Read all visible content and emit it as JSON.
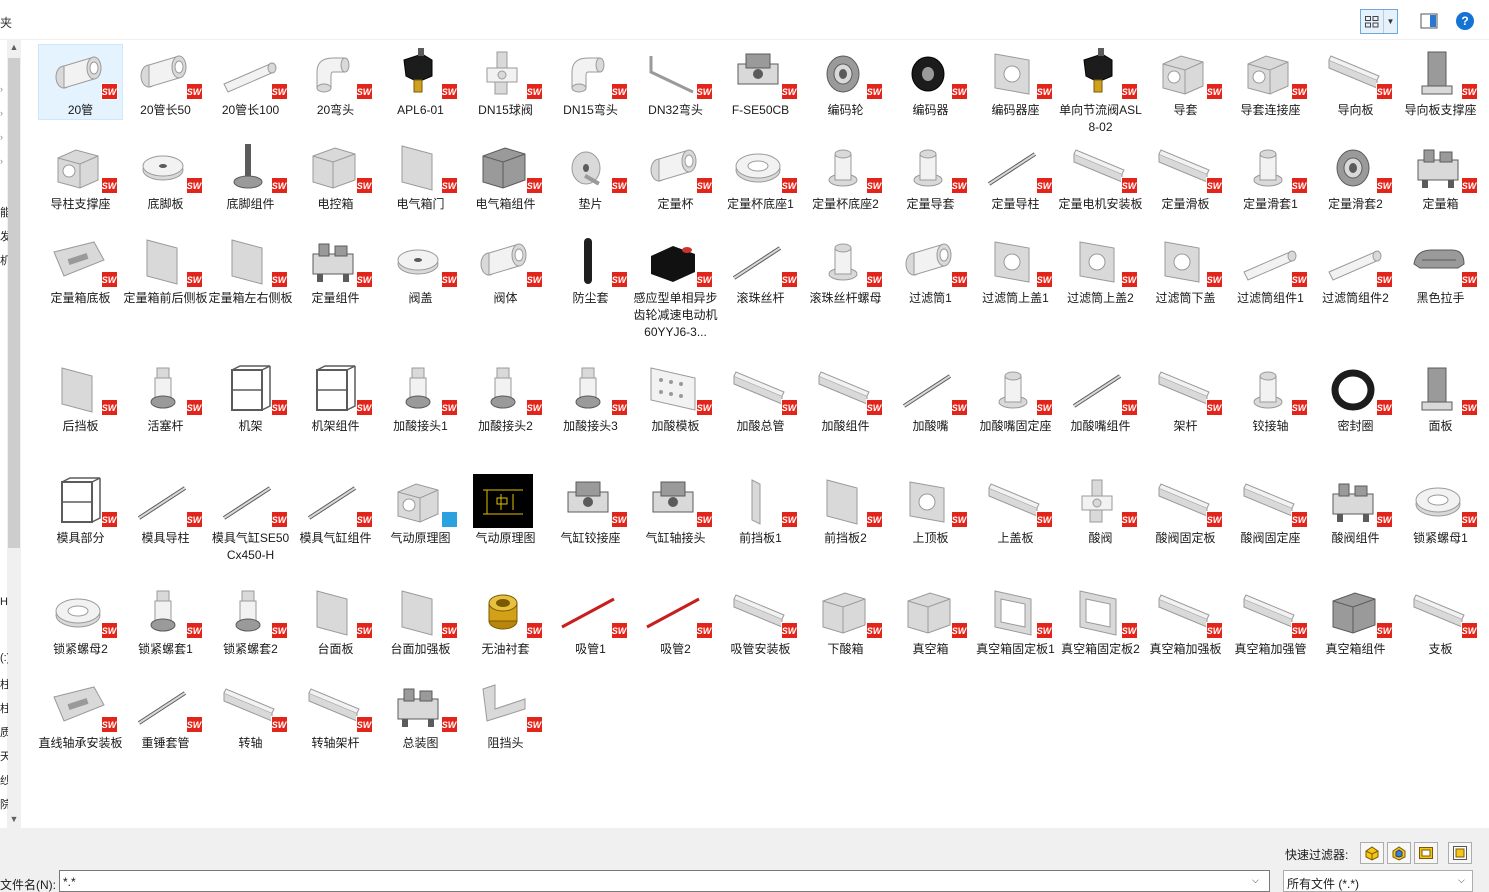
{
  "topbar": {
    "folder_fragment": "夹",
    "view_icon": "large-icons-view-icon",
    "preview_icon": "preview-pane-icon",
    "help_label": "?"
  },
  "left_nav": {
    "fragments": [
      "能",
      "发",
      "机",
      "H",
      "(:)",
      "柱",
      "柱",
      "质",
      "天",
      "纱",
      "院"
    ]
  },
  "grid": {
    "items": [
      {
        "label": "20管",
        "icon": "tube"
      },
      {
        "label": "20管长50",
        "icon": "tube"
      },
      {
        "label": "20管长100",
        "icon": "tube-long"
      },
      {
        "label": "20弯头",
        "icon": "elbow"
      },
      {
        "label": "APL6-01",
        "icon": "fitting-black"
      },
      {
        "label": "DN15球阀",
        "icon": "valve"
      },
      {
        "label": "DN15弯头",
        "icon": "elbow"
      },
      {
        "label": "DN32弯头",
        "icon": "rod-bent"
      },
      {
        "label": "F-SE50CB",
        "icon": "bracket"
      },
      {
        "label": "编码轮",
        "icon": "wheel"
      },
      {
        "label": "编码器",
        "icon": "encoder"
      },
      {
        "label": "编码器座",
        "icon": "plate-hole"
      },
      {
        "label": "单向节流阀ASL8-02",
        "icon": "fitting-black"
      },
      {
        "label": "导套",
        "icon": "block"
      },
      {
        "label": "导套连接座",
        "icon": "block"
      },
      {
        "label": "导向板",
        "icon": "bar"
      },
      {
        "label": "导向板支撑座",
        "icon": "stand"
      },
      {
        "label": "导柱支撑座",
        "icon": "block"
      },
      {
        "label": "底脚板",
        "icon": "disc"
      },
      {
        "label": "底脚组件",
        "icon": "foot"
      },
      {
        "label": "电控箱",
        "icon": "box"
      },
      {
        "label": "电气箱门",
        "icon": "panel"
      },
      {
        "label": "电气箱组件",
        "icon": "box-dark"
      },
      {
        "label": "垫片",
        "icon": "washer"
      },
      {
        "label": "定量杯",
        "icon": "tube"
      },
      {
        "label": "定量杯底座1",
        "icon": "ring"
      },
      {
        "label": "定量杯底座2",
        "icon": "cap"
      },
      {
        "label": "定量导套",
        "icon": "cap"
      },
      {
        "label": "定量导柱",
        "icon": "rod"
      },
      {
        "label": "定量电机安装板",
        "icon": "bar"
      },
      {
        "label": "定量滑板",
        "icon": "bar"
      },
      {
        "label": "定量滑套1",
        "icon": "cap"
      },
      {
        "label": "定量滑套2",
        "icon": "wheel"
      },
      {
        "label": "定量箱",
        "icon": "assembly"
      },
      {
        "label": "定量箱底板",
        "icon": "tray"
      },
      {
        "label": "定量箱前后侧板",
        "icon": "panel"
      },
      {
        "label": "定量箱左右侧板",
        "icon": "panel"
      },
      {
        "label": "定量组件",
        "icon": "assembly"
      },
      {
        "label": "阀盖",
        "icon": "disc"
      },
      {
        "label": "阀体",
        "icon": "tube"
      },
      {
        "label": "防尘套",
        "icon": "rod-vertical"
      },
      {
        "label": "感应型单相异步齿轮减速电动机60YYJ6-3...",
        "icon": "motor"
      },
      {
        "label": "滚珠丝杆",
        "icon": "rod"
      },
      {
        "label": "滚珠丝杆螺母",
        "icon": "cap"
      },
      {
        "label": "过滤筒1",
        "icon": "tube"
      },
      {
        "label": "过滤筒上盖1",
        "icon": "plate-hole"
      },
      {
        "label": "过滤筒上盖2",
        "icon": "plate-hole"
      },
      {
        "label": "过滤筒下盖",
        "icon": "plate-hole"
      },
      {
        "label": "过滤筒组件1",
        "icon": "tube-long"
      },
      {
        "label": "过滤筒组件2",
        "icon": "tube-long"
      },
      {
        "label": "黑色拉手",
        "icon": "handle"
      },
      {
        "label": "后挡板",
        "icon": "panel"
      },
      {
        "label": "活塞杆",
        "icon": "piston"
      },
      {
        "label": "机架",
        "icon": "frame"
      },
      {
        "label": "机架组件",
        "icon": "frame"
      },
      {
        "label": "加酸接头1",
        "icon": "piston"
      },
      {
        "label": "加酸接头2",
        "icon": "piston"
      },
      {
        "label": "加酸接头3",
        "icon": "piston"
      },
      {
        "label": "加酸模板",
        "icon": "panel-dots"
      },
      {
        "label": "加酸总管",
        "icon": "bar"
      },
      {
        "label": "加酸组件",
        "icon": "bar"
      },
      {
        "label": "加酸嘴",
        "icon": "rod"
      },
      {
        "label": "加酸嘴固定座",
        "icon": "cap"
      },
      {
        "label": "加酸嘴组件",
        "icon": "rod"
      },
      {
        "label": "架杆",
        "icon": "bar"
      },
      {
        "label": "铰接轴",
        "icon": "cap"
      },
      {
        "label": "密封圈",
        "icon": "oring"
      },
      {
        "label": "面板",
        "icon": "stand"
      },
      {
        "label": "模具部分",
        "icon": "frame"
      },
      {
        "label": "模具导柱",
        "icon": "rod"
      },
      {
        "label": "模具气缸SE50Cx450-H",
        "icon": "rod"
      },
      {
        "label": "模具气缸组件",
        "icon": "rod"
      },
      {
        "label": "气动原理图",
        "icon": "blank"
      },
      {
        "label": "气动原理图",
        "icon": "schematic"
      },
      {
        "label": "气缸铰接座",
        "icon": "bracket"
      },
      {
        "label": "气缸轴接头",
        "icon": "bracket"
      },
      {
        "label": "前挡板1",
        "icon": "rod-vertical-thin"
      },
      {
        "label": "前挡板2",
        "icon": "panel"
      },
      {
        "label": "上顶板",
        "icon": "plate-hole"
      },
      {
        "label": "上盖板",
        "icon": "bar"
      },
      {
        "label": "酸阀",
        "icon": "valve"
      },
      {
        "label": "酸阀固定板",
        "icon": "bar"
      },
      {
        "label": "酸阀固定座",
        "icon": "bar"
      },
      {
        "label": "酸阀组件",
        "icon": "assembly"
      },
      {
        "label": "锁紧螺母1",
        "icon": "ring"
      },
      {
        "label": "锁紧螺母2",
        "icon": "ring"
      },
      {
        "label": "锁紧螺套1",
        "icon": "piston"
      },
      {
        "label": "锁紧螺套2",
        "icon": "piston"
      },
      {
        "label": "台面板",
        "icon": "panel"
      },
      {
        "label": "台面加强板",
        "icon": "panel"
      },
      {
        "label": "无油衬套",
        "icon": "bushing"
      },
      {
        "label": "吸管1",
        "icon": "red-rod"
      },
      {
        "label": "吸管2",
        "icon": "red-rod"
      },
      {
        "label": "吸管安装板",
        "icon": "bar"
      },
      {
        "label": "下酸箱",
        "icon": "box"
      },
      {
        "label": "真空箱",
        "icon": "box"
      },
      {
        "label": "真空箱固定板1",
        "icon": "frame-plate"
      },
      {
        "label": "真空箱固定板2",
        "icon": "frame-plate"
      },
      {
        "label": "真空箱加强板",
        "icon": "bar"
      },
      {
        "label": "真空箱加强管",
        "icon": "bar"
      },
      {
        "label": "真空箱组件",
        "icon": "box-dark"
      },
      {
        "label": "支板",
        "icon": "bar"
      },
      {
        "label": "直线轴承安装板",
        "icon": "tray"
      },
      {
        "label": "重锤套管",
        "icon": "rod"
      },
      {
        "label": "转轴",
        "icon": "bar"
      },
      {
        "label": "转轴架杆",
        "icon": "bar"
      },
      {
        "label": "总装图",
        "icon": "assembly"
      },
      {
        "label": "阻挡头",
        "icon": "bent-plate"
      }
    ]
  },
  "bottom": {
    "filter_label": "快速过滤器:",
    "filter_buttons": [
      "filter-part-icon",
      "filter-assembly-icon",
      "filter-drawing-icon",
      "filter-toggle-icon"
    ],
    "filename_label": "文件名(N):",
    "filename_value": "*.*",
    "filetype_value": "所有文件 (*.*)"
  },
  "colors": {
    "sw_badge": "#e1251b",
    "selection": "#e5f3ff",
    "accent": "#1573d3"
  }
}
